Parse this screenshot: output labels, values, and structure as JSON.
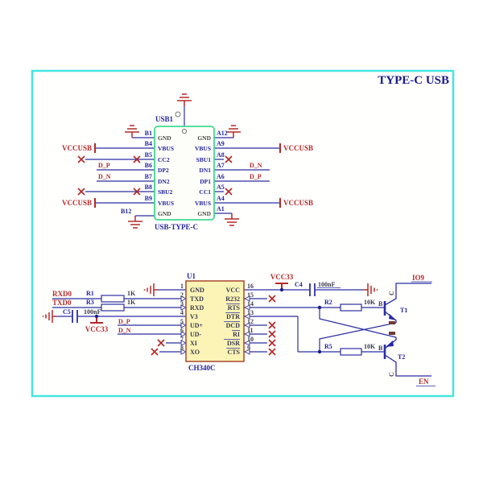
{
  "sheet": {
    "title": "TYPE-C USB"
  },
  "usb": {
    "refdes": "USB1",
    "footprint_label": "USB-TYPE-C",
    "rows": [
      {
        "lp": "B1",
        "ln": "GND",
        "rn": "GND",
        "rp": "A12"
      },
      {
        "lp": "B4",
        "ln": "VBUS",
        "rn": "VBUS",
        "rp": "A9"
      },
      {
        "lp": "B5",
        "ln": "CC2",
        "rn": "SBU1",
        "rp": "A8"
      },
      {
        "lp": "B6",
        "ln": "DP2",
        "rn": "DN1",
        "rp": "A7"
      },
      {
        "lp": "B7",
        "ln": "DN2",
        "rn": "DP1",
        "rp": "A6"
      },
      {
        "lp": "B8",
        "ln": "SBU2",
        "rn": "CC1",
        "rp": "A5"
      },
      {
        "lp": "B9",
        "ln": "VBUS",
        "rn": "VBUS",
        "rp": "A4"
      },
      {
        "lp": "B12",
        "ln": "GND",
        "rn": "GND",
        "rp": "A1"
      }
    ],
    "nets": {
      "vccusb": "VCCUSB"
    }
  },
  "chip": {
    "refdes": "U1",
    "part": "CH340C",
    "left": [
      {
        "n": "1",
        "name": "GND"
      },
      {
        "n": "2",
        "name": "TXD"
      },
      {
        "n": "3",
        "name": "RXD"
      },
      {
        "n": "4",
        "name": "V3"
      },
      {
        "n": "5",
        "name": "UD+"
      },
      {
        "n": "6",
        "name": "UD-"
      },
      {
        "n": "7",
        "name": "XI"
      },
      {
        "n": "8",
        "name": "XO"
      }
    ],
    "right": [
      {
        "n": "16",
        "name": "VCC"
      },
      {
        "n": "15",
        "name": "R232"
      },
      {
        "n": "14",
        "name": "RTS"
      },
      {
        "n": "13",
        "name": "DTR"
      },
      {
        "n": "12",
        "name": "DCD"
      },
      {
        "n": "11",
        "name": "RI"
      },
      {
        "n": "10",
        "name": "DSR"
      },
      {
        "n": "9",
        "name": "CTS"
      }
    ]
  },
  "parts": {
    "r1": {
      "ref": "R1",
      "val": "1K"
    },
    "r3": {
      "ref": "R3",
      "val": "1K"
    },
    "r2": {
      "ref": "R2",
      "val": "10K"
    },
    "r5": {
      "ref": "R5",
      "val": "10K"
    },
    "c4": {
      "ref": "C4",
      "val": "100nF"
    },
    "c5": {
      "ref": "C5",
      "val": "100nF"
    },
    "t1": {
      "ref": "T1",
      "c": "C",
      "b": "B"
    },
    "t2": {
      "ref": "T2",
      "c": "C",
      "b": "B"
    }
  },
  "nets": {
    "rxd0": "RXD0",
    "txd0": "TXD0",
    "vcc33": "VCC33",
    "dp": "D_P",
    "dn": "D_N",
    "io9": "IO9",
    "en": "EN"
  },
  "colors": {
    "sheet_border": "#45e5e2",
    "usb_body_border": "#41d98e",
    "chip_fill": "#fcf4b6",
    "chip_border": "#a8462c",
    "wire": "#2b2fa2",
    "ground_red": "#b32a2a",
    "net_red": "#b32a2a",
    "ref_navy": "#2324a0"
  }
}
